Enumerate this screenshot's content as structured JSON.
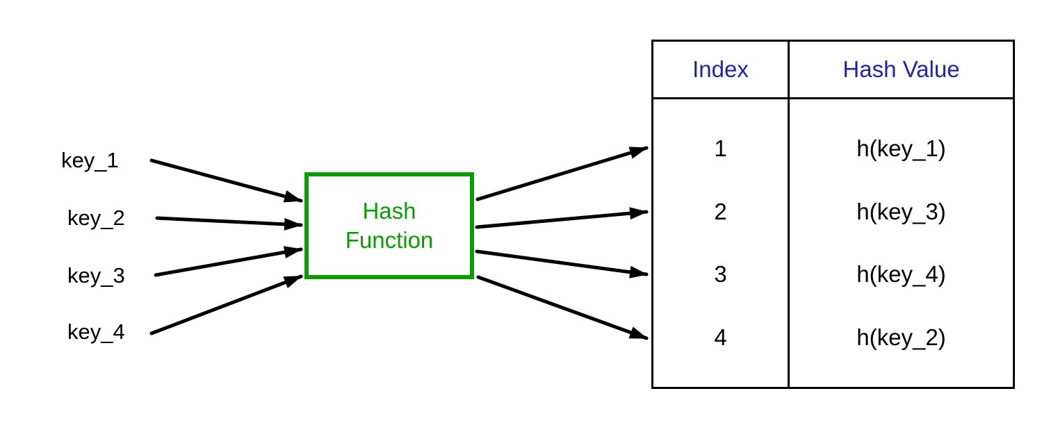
{
  "diagram": {
    "keys": [
      {
        "label": "key_1"
      },
      {
        "label": "key_2"
      },
      {
        "label": "key_3"
      },
      {
        "label": "key_4"
      }
    ],
    "hash_box": {
      "line1": "Hash",
      "line2": "Function"
    },
    "table": {
      "header": {
        "index": "Index",
        "hash_value": "Hash Value"
      },
      "rows": [
        {
          "index": "1",
          "hash_value": "h(key_1)"
        },
        {
          "index": "2",
          "hash_value": "h(key_3)"
        },
        {
          "index": "3",
          "hash_value": "h(key_4)"
        },
        {
          "index": "4",
          "hash_value": "h(key_2)"
        }
      ]
    },
    "colors": {
      "green": "#0a9c03",
      "blue": "#2222aa",
      "black": "#000000",
      "background": "#ffffff"
    }
  }
}
